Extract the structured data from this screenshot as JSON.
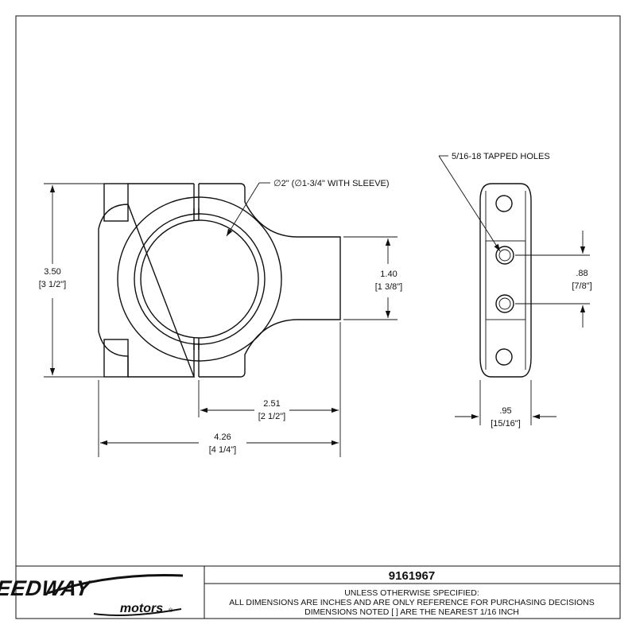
{
  "title_block": {
    "part_number": "9161967",
    "notes": [
      "UNLESS OTHERWISE SPECIFIED:",
      "ALL DIMENSIONS ARE INCHES AND ARE ONLY REFERENCE FOR PURCHASING DECISIONS",
      "DIMENSIONS NOTED [ ] ARE THE NEAREST 1/16 INCH"
    ],
    "logo": {
      "line1": "SPEEDWAY",
      "line2": "motors",
      "mark": "®"
    }
  },
  "callouts": {
    "bore": "∅2\" (∅1-3/4\" WITH SLEEVE)",
    "holes": "5/16-18 TAPPED HOLES"
  },
  "dimensions": {
    "height": {
      "decimal": "3.50",
      "fraction": "[3 1/2\"]"
    },
    "boss": {
      "decimal": "1.40",
      "fraction": "[1 3/8\"]"
    },
    "split_offset": {
      "decimal": "2.51",
      "fraction": "[2 1/2\"]"
    },
    "width": {
      "decimal": "4.26",
      "fraction": "[4 1/4\"]"
    },
    "hole_spacing": {
      "decimal": ".88",
      "fraction": "[7/8\"]"
    },
    "thickness": {
      "decimal": ".95",
      "fraction": "[15/16\"]"
    }
  }
}
